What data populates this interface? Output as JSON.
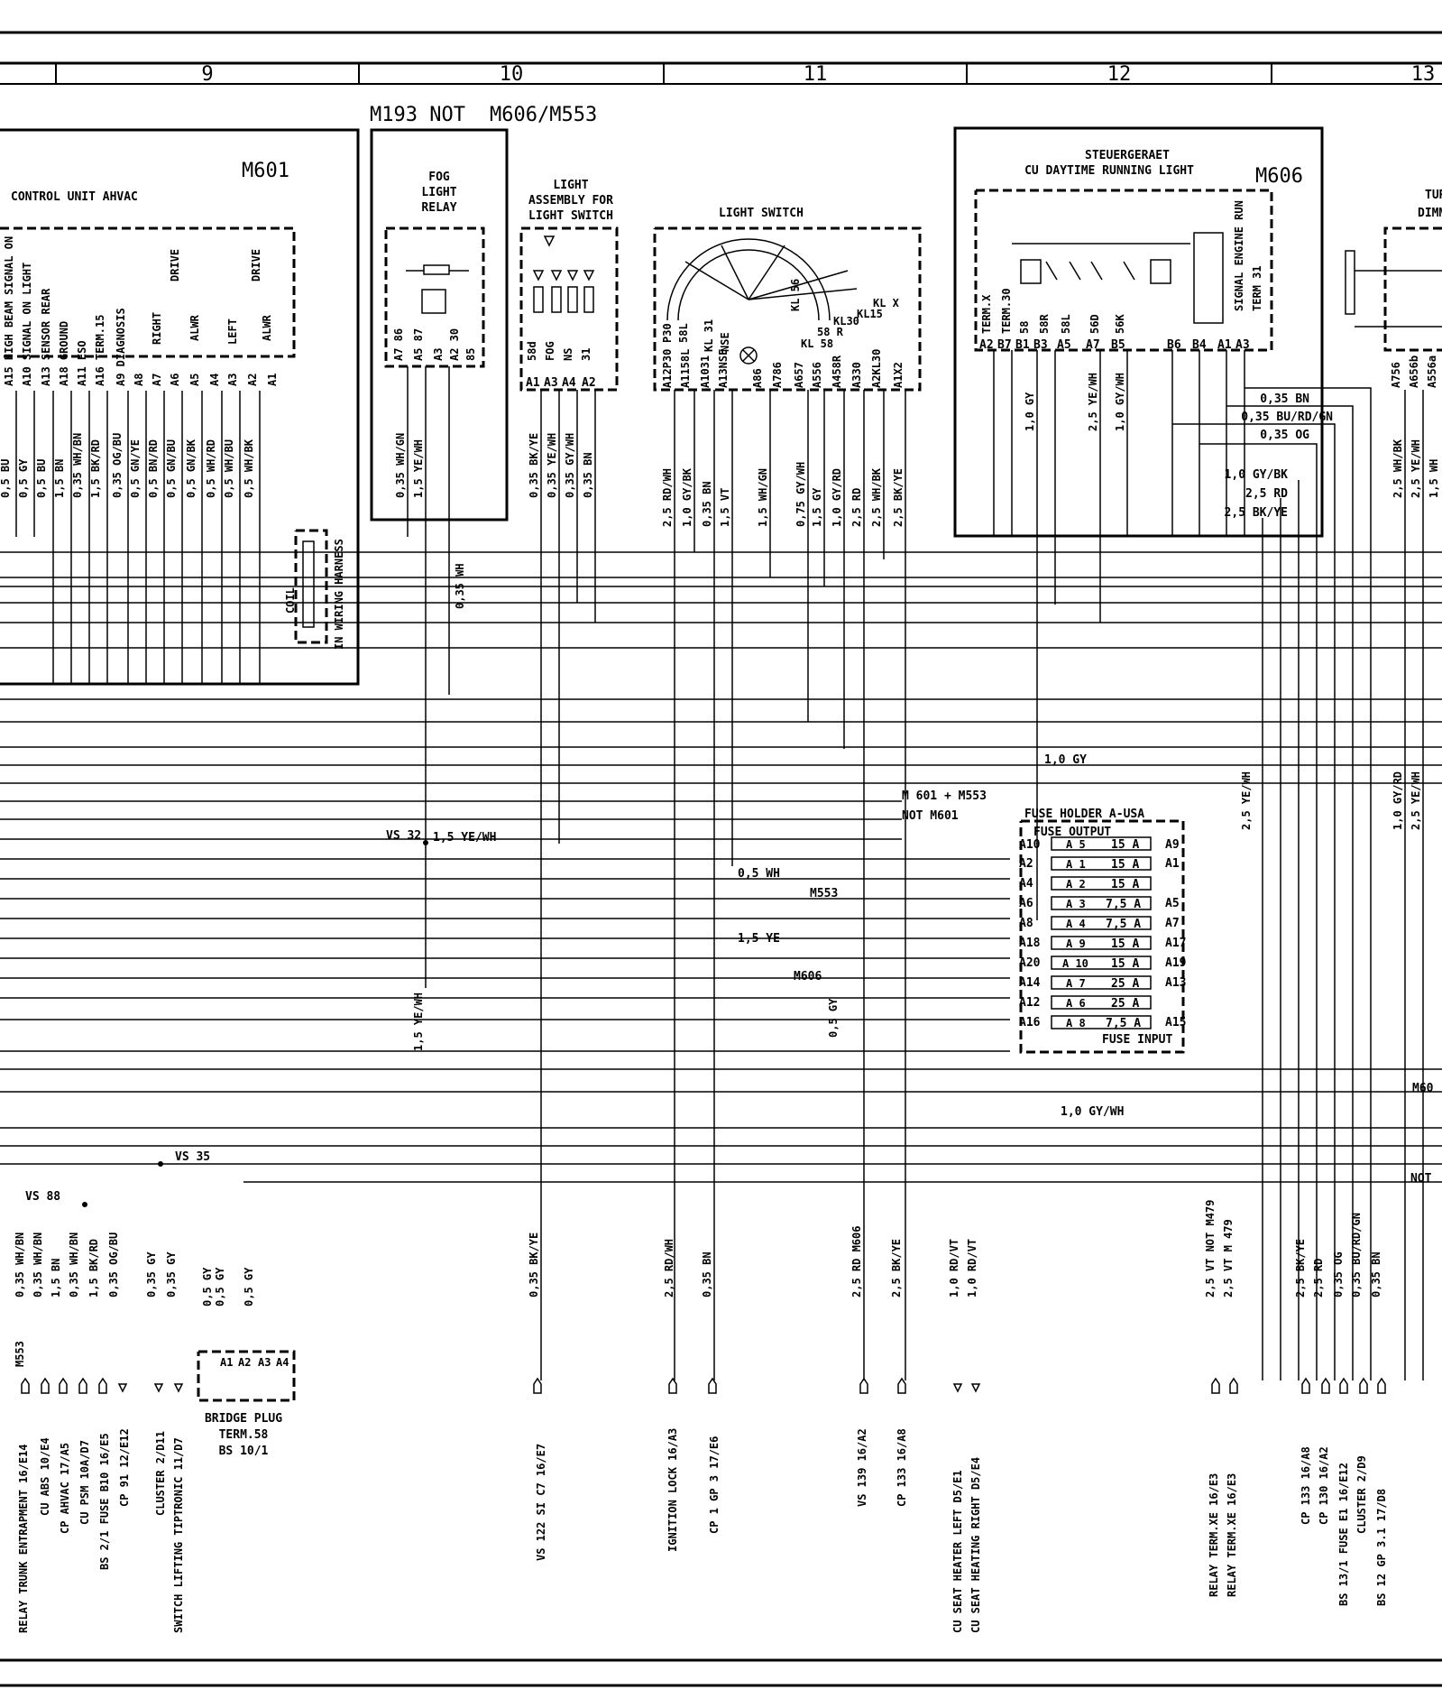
{
  "grid": {
    "columns": [
      "9",
      "10",
      "11",
      "12",
      "13"
    ]
  },
  "header": {
    "m193": "M193 NOT",
    "m606_m553": "M606/M553"
  },
  "m601": {
    "code": "M601",
    "title": "CONTROL UNIT AHVAC",
    "drive_label": "DRIVE",
    "right": "RIGHT",
    "left": "LEFT",
    "alwr": "ALWR",
    "pins": [
      "A15 HIGH BEAM SIGNAL ON",
      "A10 SIGNAL ON LIGHT",
      "A13 SENSOR REAR",
      "A18 GROUND",
      "A11 ESO",
      "A16 TERM.15",
      "A9 DIAGNOSIS",
      "A8",
      "A7",
      "A6",
      "A5",
      "A4",
      "A3",
      "A2",
      "A1"
    ],
    "wires": [
      "0,5 BU",
      "0,5 GY",
      "0,5 BU",
      "1,5 BN",
      "0,35 WH/BN",
      "1,5 BK/RD",
      "0,35 OG/BU",
      "0,5 GN/YE",
      "0,5 BN/RD",
      "0,5 GN/BU",
      "0,5 GN/BK",
      "0,5 WH/RD",
      "0,5 WH/BU",
      "0,5 WH/BK"
    ],
    "coil": "COIL",
    "coil_note": "IN WIRING HARNESS"
  },
  "fog": {
    "title": [
      "FOG",
      "LIGHT",
      "RELAY"
    ],
    "pins": [
      "A7 86",
      "A5 87",
      "A3",
      "A2 30",
      "85"
    ],
    "wires": [
      "0,35 WH/GN",
      "1,5 YE/WH",
      "0,35 WH"
    ]
  },
  "light_assembly": {
    "title": [
      "LIGHT",
      "ASSEMBLY FOR",
      "LIGHT SWITCH"
    ],
    "labels": [
      "58d",
      "FOG",
      "NS",
      "31"
    ],
    "pins": [
      "A1",
      "A3",
      "A4",
      "A2"
    ],
    "wires": [
      "0,35 BK/YE",
      "0,35 YE/WH",
      "0,35 GY/WH",
      "0,35 BN"
    ]
  },
  "light_switch": {
    "title": "LIGHT SWITCH",
    "labels": [
      "P30",
      "58L",
      "KL 31",
      "NSE",
      "KL 58",
      "58 R",
      "KL30",
      "KL15",
      "KL X",
      "KL 56"
    ],
    "pins": [
      "A12P30",
      "A1158L",
      "A1031",
      "A13NSE",
      "A86",
      "A786",
      "A657",
      "A556",
      "A458R",
      "A330",
      "A2KL30",
      "A1X2"
    ],
    "wires": [
      "2,5 RD/WH",
      "1,0 GY/BK",
      "0,35 BN",
      "1,5 VT",
      "1,5 WH/GN",
      "0,75 GY/WH",
      "1,5 GY",
      "1,0 GY/RD",
      "2,5 RD",
      "2,5 WH/BK",
      "2,5 BK/YE"
    ]
  },
  "m606": {
    "code": "M606",
    "title1": "STEUERGERAET",
    "title2": "CU DAYTIME RUNNING LIGHT",
    "terms": [
      "TERM.X",
      "TERM.30",
      "58",
      "58R",
      "58L",
      "56D",
      "56K",
      "SIGNAL ENGINE RUN",
      "TERM 31"
    ],
    "pins": [
      "A2",
      "B7",
      "B1",
      "B3",
      "A5",
      "A7",
      "B5",
      "B6",
      "B4",
      "A1",
      "A3"
    ],
    "wires_v": [
      "1,0 GY",
      "2,5 YE/WH",
      "1,0 GY/WH"
    ],
    "wires_r": [
      "0,35 BN",
      "0,35 BU/RD/GN",
      "0,35 OG",
      "1,0 GY/BK",
      "2,5 RD",
      "2,5 BK/YE"
    ]
  },
  "turn": {
    "title": "TUR",
    "sub": "DIMM",
    "pins": [
      "A756",
      "A656b",
      "A556a"
    ],
    "wires": [
      "2,5 WH/BK",
      "2,5 YE/WH",
      "1,5 WH"
    ],
    "wires_low": [
      "1,0 GY/RD",
      "2,5 YE/WH"
    ]
  },
  "fuse": {
    "title": "FUSE HOLDER A-USA",
    "output": "FUSE OUTPUT",
    "input": "FUSE INPUT",
    "left_pins": [
      "A10",
      "A2",
      "A4",
      "A6",
      "A8",
      "A18",
      "A20",
      "A14",
      "A12",
      "A16"
    ],
    "right_pins": [
      "A9",
      "A1",
      "A5",
      "A7",
      "A17",
      "A19",
      "A13",
      "A15"
    ],
    "fuses": [
      {
        "n": "A 5",
        "a": "15 A"
      },
      {
        "n": "A 1",
        "a": "15 A"
      },
      {
        "n": "A 2",
        "a": "15 A"
      },
      {
        "n": "A 3",
        "a": "7,5 A"
      },
      {
        "n": "A 4",
        "a": "7,5 A"
      },
      {
        "n": "A 9",
        "a": "15 A"
      },
      {
        "n": "A 10",
        "a": "15 A"
      },
      {
        "n": "A 7",
        "a": "25 A"
      },
      {
        "n": "A 6",
        "a": "25 A"
      },
      {
        "n": "A 8",
        "a": "7,5 A"
      }
    ]
  },
  "labels": {
    "gy10": "1,0 GY",
    "m601_m553": "M 601 + M553",
    "not_m601": "NOT M601",
    "vs32": "VS 32",
    "ye15": "1,5 YE/WH",
    "wh05": "0,5 WH",
    "m553": "M553",
    "ye15b": "1,5 YE",
    "m606": "M606",
    "gy05": "0,5 GY",
    "ye15v": "1,5 YE/WH",
    "ye25v": "2,5 YE/WH",
    "gywh": "1,0 GY/WH",
    "vs35": "VS 35",
    "vs88": "VS 88",
    "m606r": "M60",
    "not": "NOT"
  },
  "bottom_wires": [
    "0,35 WH/BN",
    "0,35 WH/BN",
    "1,5 BN",
    "0,35 WH/BN",
    "1,5 BK/RD",
    "0,35 OG/BU",
    "0,35 GY",
    "0,35 GY",
    "0,5 GY",
    "0,5 GY",
    "0,5 GY",
    "0,35 BK/YE",
    "2,5 RD/WH",
    "0,35 BN",
    "2,5 RD M606",
    "2,5 BK/YE",
    "1,0 RD/VT",
    "1,0 RD/VT",
    "2,5 VT NOT M479",
    "2,5 VT M 479",
    "2,5 BK/YE",
    "2,5 RD",
    "0,35 OG",
    "0,35 BU/RD/GN",
    "0,35 BN"
  ],
  "bridge": {
    "pins": [
      "A1",
      "A2",
      "A3",
      "A4"
    ],
    "title": "BRIDGE PLUG",
    "term": "TERM.58",
    "bs": "BS 10/1"
  },
  "bottom_dests": [
    "M553",
    "RELAY TRUNK ENTRAPMENT 16/E14",
    "CU ABS 10/E4",
    "CP AHVAC 17/A5",
    "CU PSM 10A/D7",
    "BS 2/1 FUSE B10 16/E5",
    "CP 91 12/E12",
    "CLUSTER 2/D11",
    "SWITCH LIFTING TIPTRONIC 11/D7",
    "VS 122 SI C7 16/E7",
    "IGNITION LOCK 16/A3",
    "CP 1 GP 3 17/E6",
    "VS 139 16/A2",
    "CP 133 16/A8",
    "CU SEAT HEATER LEFT D5/E1",
    "CU SEAT HEATING RIGHT D5/E4",
    "RELAY TERM.XE 16/E3",
    "RELAY TERM.XE 16/E3",
    "CP 133 16/A8",
    "CP 130 16/A2",
    "BS 13/1 FUSE E1 16/E12",
    "CLUSTER 2/D9",
    "BS 12 GP 3.1 17/D8"
  ]
}
